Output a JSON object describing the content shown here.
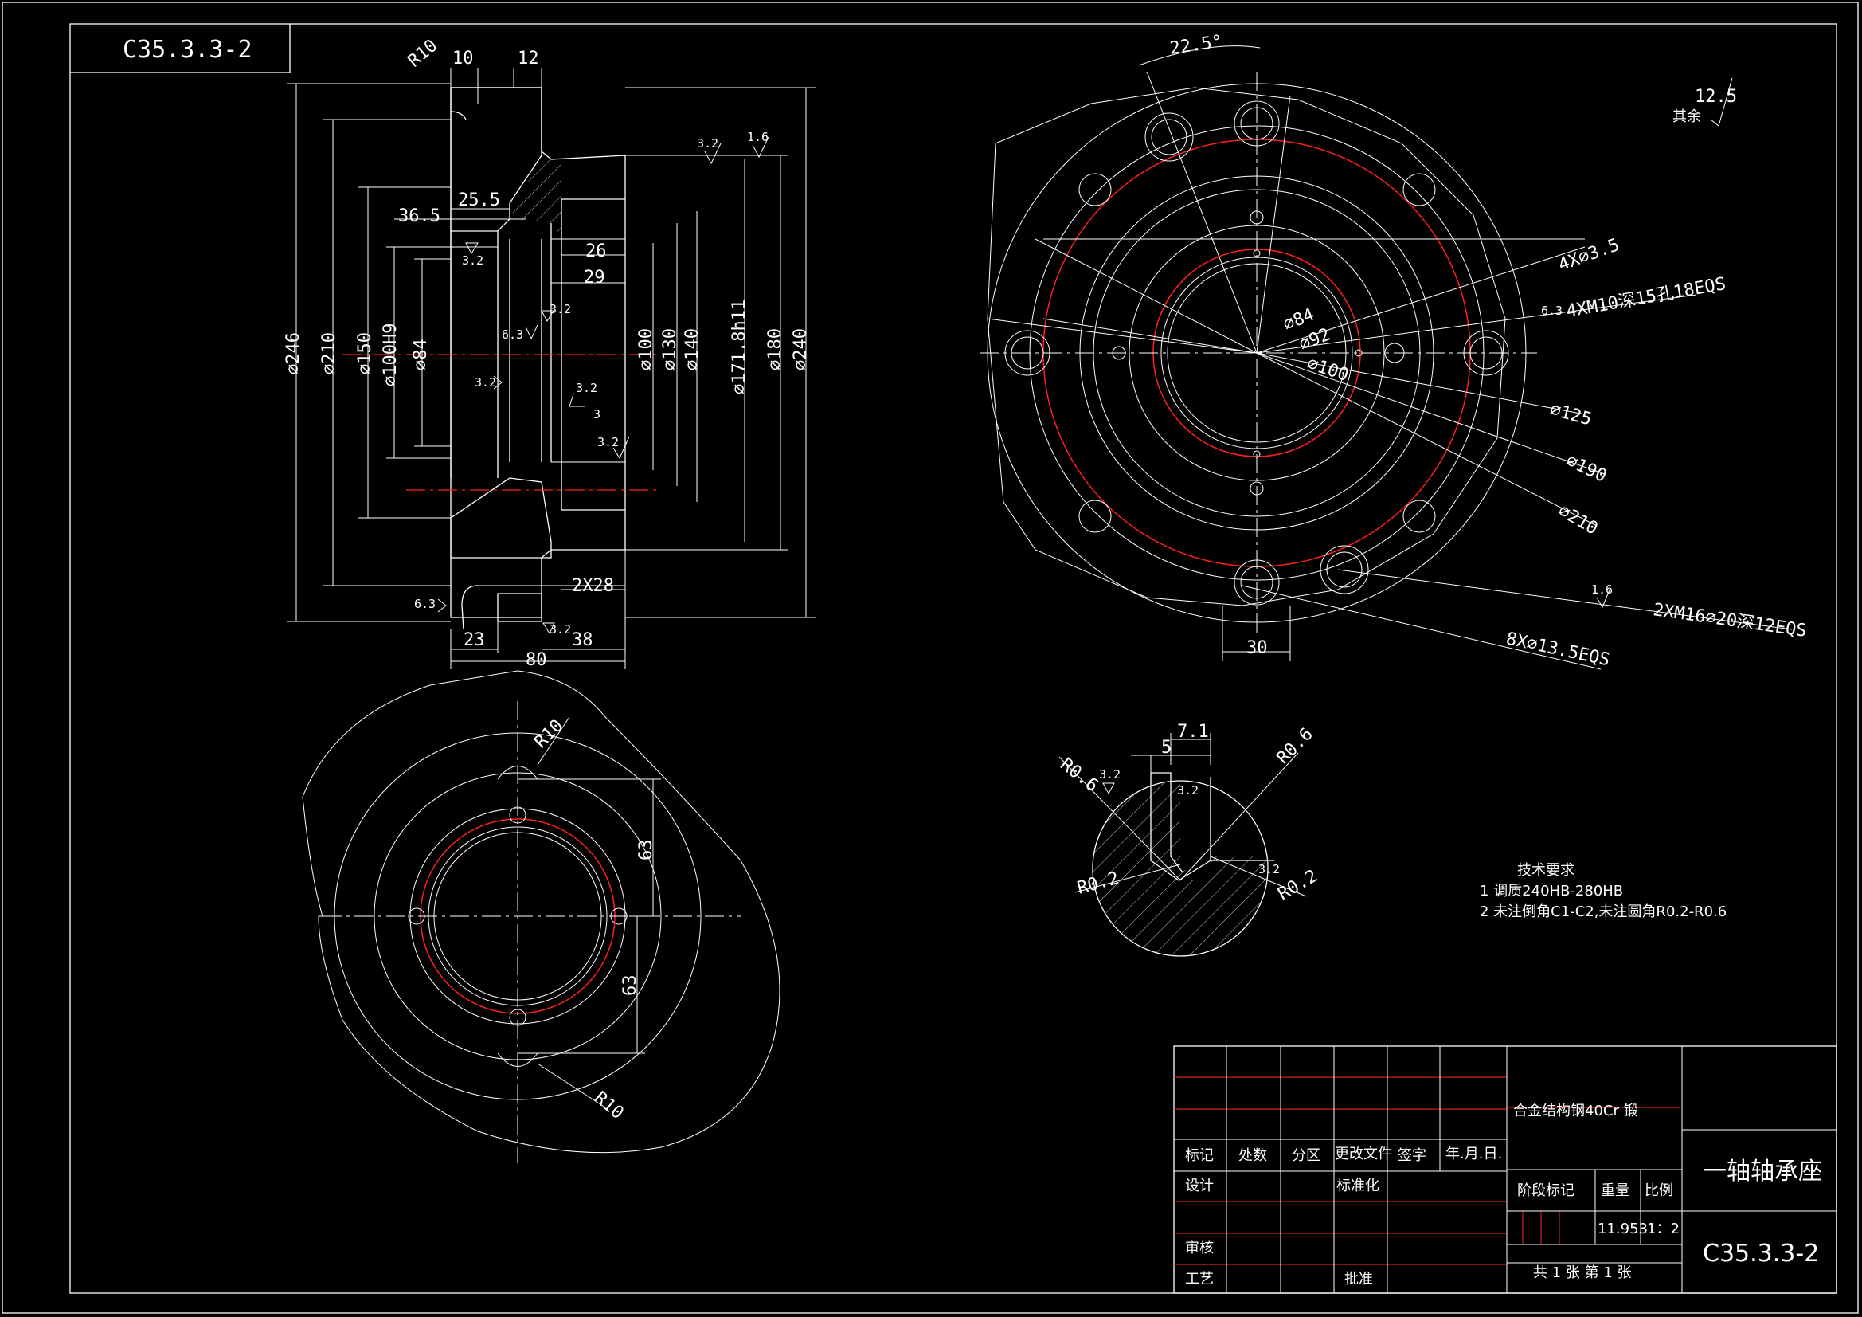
{
  "drawing_code_corner": "C35.3.3-2",
  "section_view": {
    "top_dims": [
      "R10",
      "10",
      "12"
    ],
    "horizontal_dims": [
      "36.5",
      "25.5",
      "26",
      "29",
      "2X28",
      "23",
      "80",
      "38"
    ],
    "diameter_dims_left": [
      "⌀246",
      "⌀210",
      "⌀150",
      "⌀100H9",
      "⌀84"
    ],
    "diameter_dims_right": [
      "⌀100",
      "⌀130",
      "⌀140",
      "⌀171.8h11",
      "⌀180",
      "⌀240"
    ],
    "roughness": [
      "3.2",
      "1.6",
      "3.2",
      "6.3",
      "3.2",
      "3.2",
      "3.2",
      "3",
      "3.2",
      "6.3",
      "3.2"
    ]
  },
  "front_view": {
    "angle": "22.5°",
    "roughness_note_value": "12.5",
    "roughness_note_label": "其余",
    "leaders": [
      "4X⌀3.5",
      "6.3",
      "4XM10深15孔18EQS",
      "⌀84",
      "⌀92",
      "⌀100",
      "⌀125",
      "⌀190",
      "⌀210",
      "1.6",
      "2XM16⌀20深12EQS",
      "8X⌀13.5EQS"
    ],
    "bottom_dim": "30"
  },
  "detail_view": {
    "labels": [
      "7.1",
      "5",
      "R0.6",
      "3.2",
      "3.2",
      "R0.6",
      "R0.2",
      "3.2",
      "R0.2"
    ]
  },
  "bottom_view": {
    "labels": [
      "R10",
      "63",
      "63",
      "R10"
    ]
  },
  "tech_requirements": {
    "title": "技术要求",
    "items": [
      "1  调质240HB-280HB",
      "2  未注倒角C1-C2,未注圆角R0.2-R0.6"
    ]
  },
  "title_block": {
    "material": "合金结构钢40Cr 锻",
    "part_name": "一轴轴承座",
    "drawing_no": "C35.3.3-2",
    "header_labels": [
      "标记",
      "处数",
      "分区",
      "更改文件",
      "签字",
      "年.月.日."
    ],
    "row_design": "设计",
    "row_standard": "标准化",
    "row_review": "审核",
    "row_process": "工艺",
    "row_approve": "批准",
    "stage_label": "阶段标记",
    "weight_label": "重量",
    "scale_label": "比例",
    "weight_value": "11.953",
    "scale_value": "1：2",
    "sheets": "共 1 张  第 1 张"
  }
}
